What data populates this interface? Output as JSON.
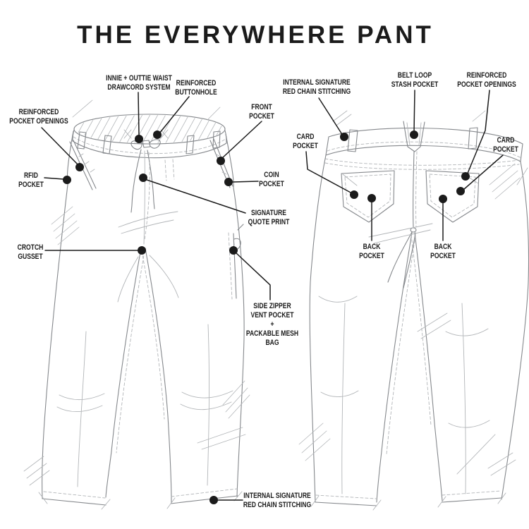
{
  "title": "THE EVERYWHERE PANT",
  "colors": {
    "ink": "#1b1b1b",
    "sketch": "#85888c",
    "sketch_light": "#b2b5b8",
    "background": "#ffffff"
  },
  "callouts": {
    "innie_outtie_waist_drawcord": "INNIE + OUTTIE WAIST\nDRAWCORD SYSTEM",
    "reinforced_buttonhole": "REINFORCED\nBUTTONHOLE",
    "front_pocket": "FRONT\nPOCKET",
    "reinforced_pocket_openings_front": "REINFORCED\nPOCKET OPENINGS",
    "rfid_pocket": "RFID\nPOCKET",
    "coin_pocket": "COIN\nPOCKET",
    "signature_quote_print": "SIGNATURE\nQUOTE PRINT",
    "crotch_gusset": "CROTCH\nGUSSET",
    "side_zipper_vent": "SIDE ZIPPER\nVENT POCKET\n+\nPACKABLE MESH\nBAG",
    "internal_red_chain_stitching_hem": "INTERNAL SIGNATURE\nRED CHAIN STITCHING",
    "internal_red_chain_stitching_back": "INTERNAL SIGNATURE\nRED CHAIN STITCHING",
    "belt_loop_stash_pocket": "BELT LOOP\nSTASH POCKET",
    "reinforced_pocket_openings_back": "REINFORCED\nPOCKET OPENINGS",
    "card_pocket_left": "CARD\nPOCKET",
    "card_pocket_right": "CARD\nPOCKET",
    "back_pocket_left": "BACK\nPOCKET",
    "back_pocket_right": "BACK\nPOCKET"
  }
}
